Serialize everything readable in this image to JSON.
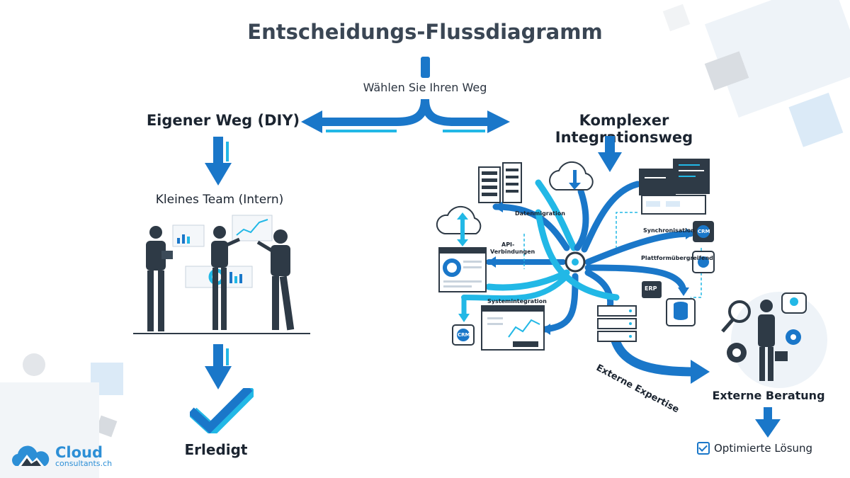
{
  "title": "Entscheidungs-Flussdiagramm",
  "subtitle": "Wählen Sie Ihren Weg",
  "left_path": {
    "heading": "Eigener Weg (DIY)",
    "team_label": "Kleines Team (Intern)",
    "result": "Erledigt"
  },
  "right_path": {
    "heading": "Komplexer Integrationsweg",
    "labels": {
      "data_migration": "Datenmigration",
      "api_1": "API-",
      "api_2": "Verbindungen",
      "system_integration": "Systemintegration",
      "sync": "Synchronisation",
      "cross_platform": "Plattformübergreifend",
      "erp": "ERP",
      "crm": "CRM",
      "external_expertise": "Externe Expertise"
    },
    "consulting": "Externe Beratung",
    "result": "Optimierte Lösung"
  },
  "logo": {
    "name": "Cloud",
    "domain": "consultants.ch"
  },
  "colors": {
    "primary_blue": "#1a77c9",
    "accent_cyan": "#22b8e6",
    "dark": "#2e3a46",
    "text": "#1b2430"
  }
}
